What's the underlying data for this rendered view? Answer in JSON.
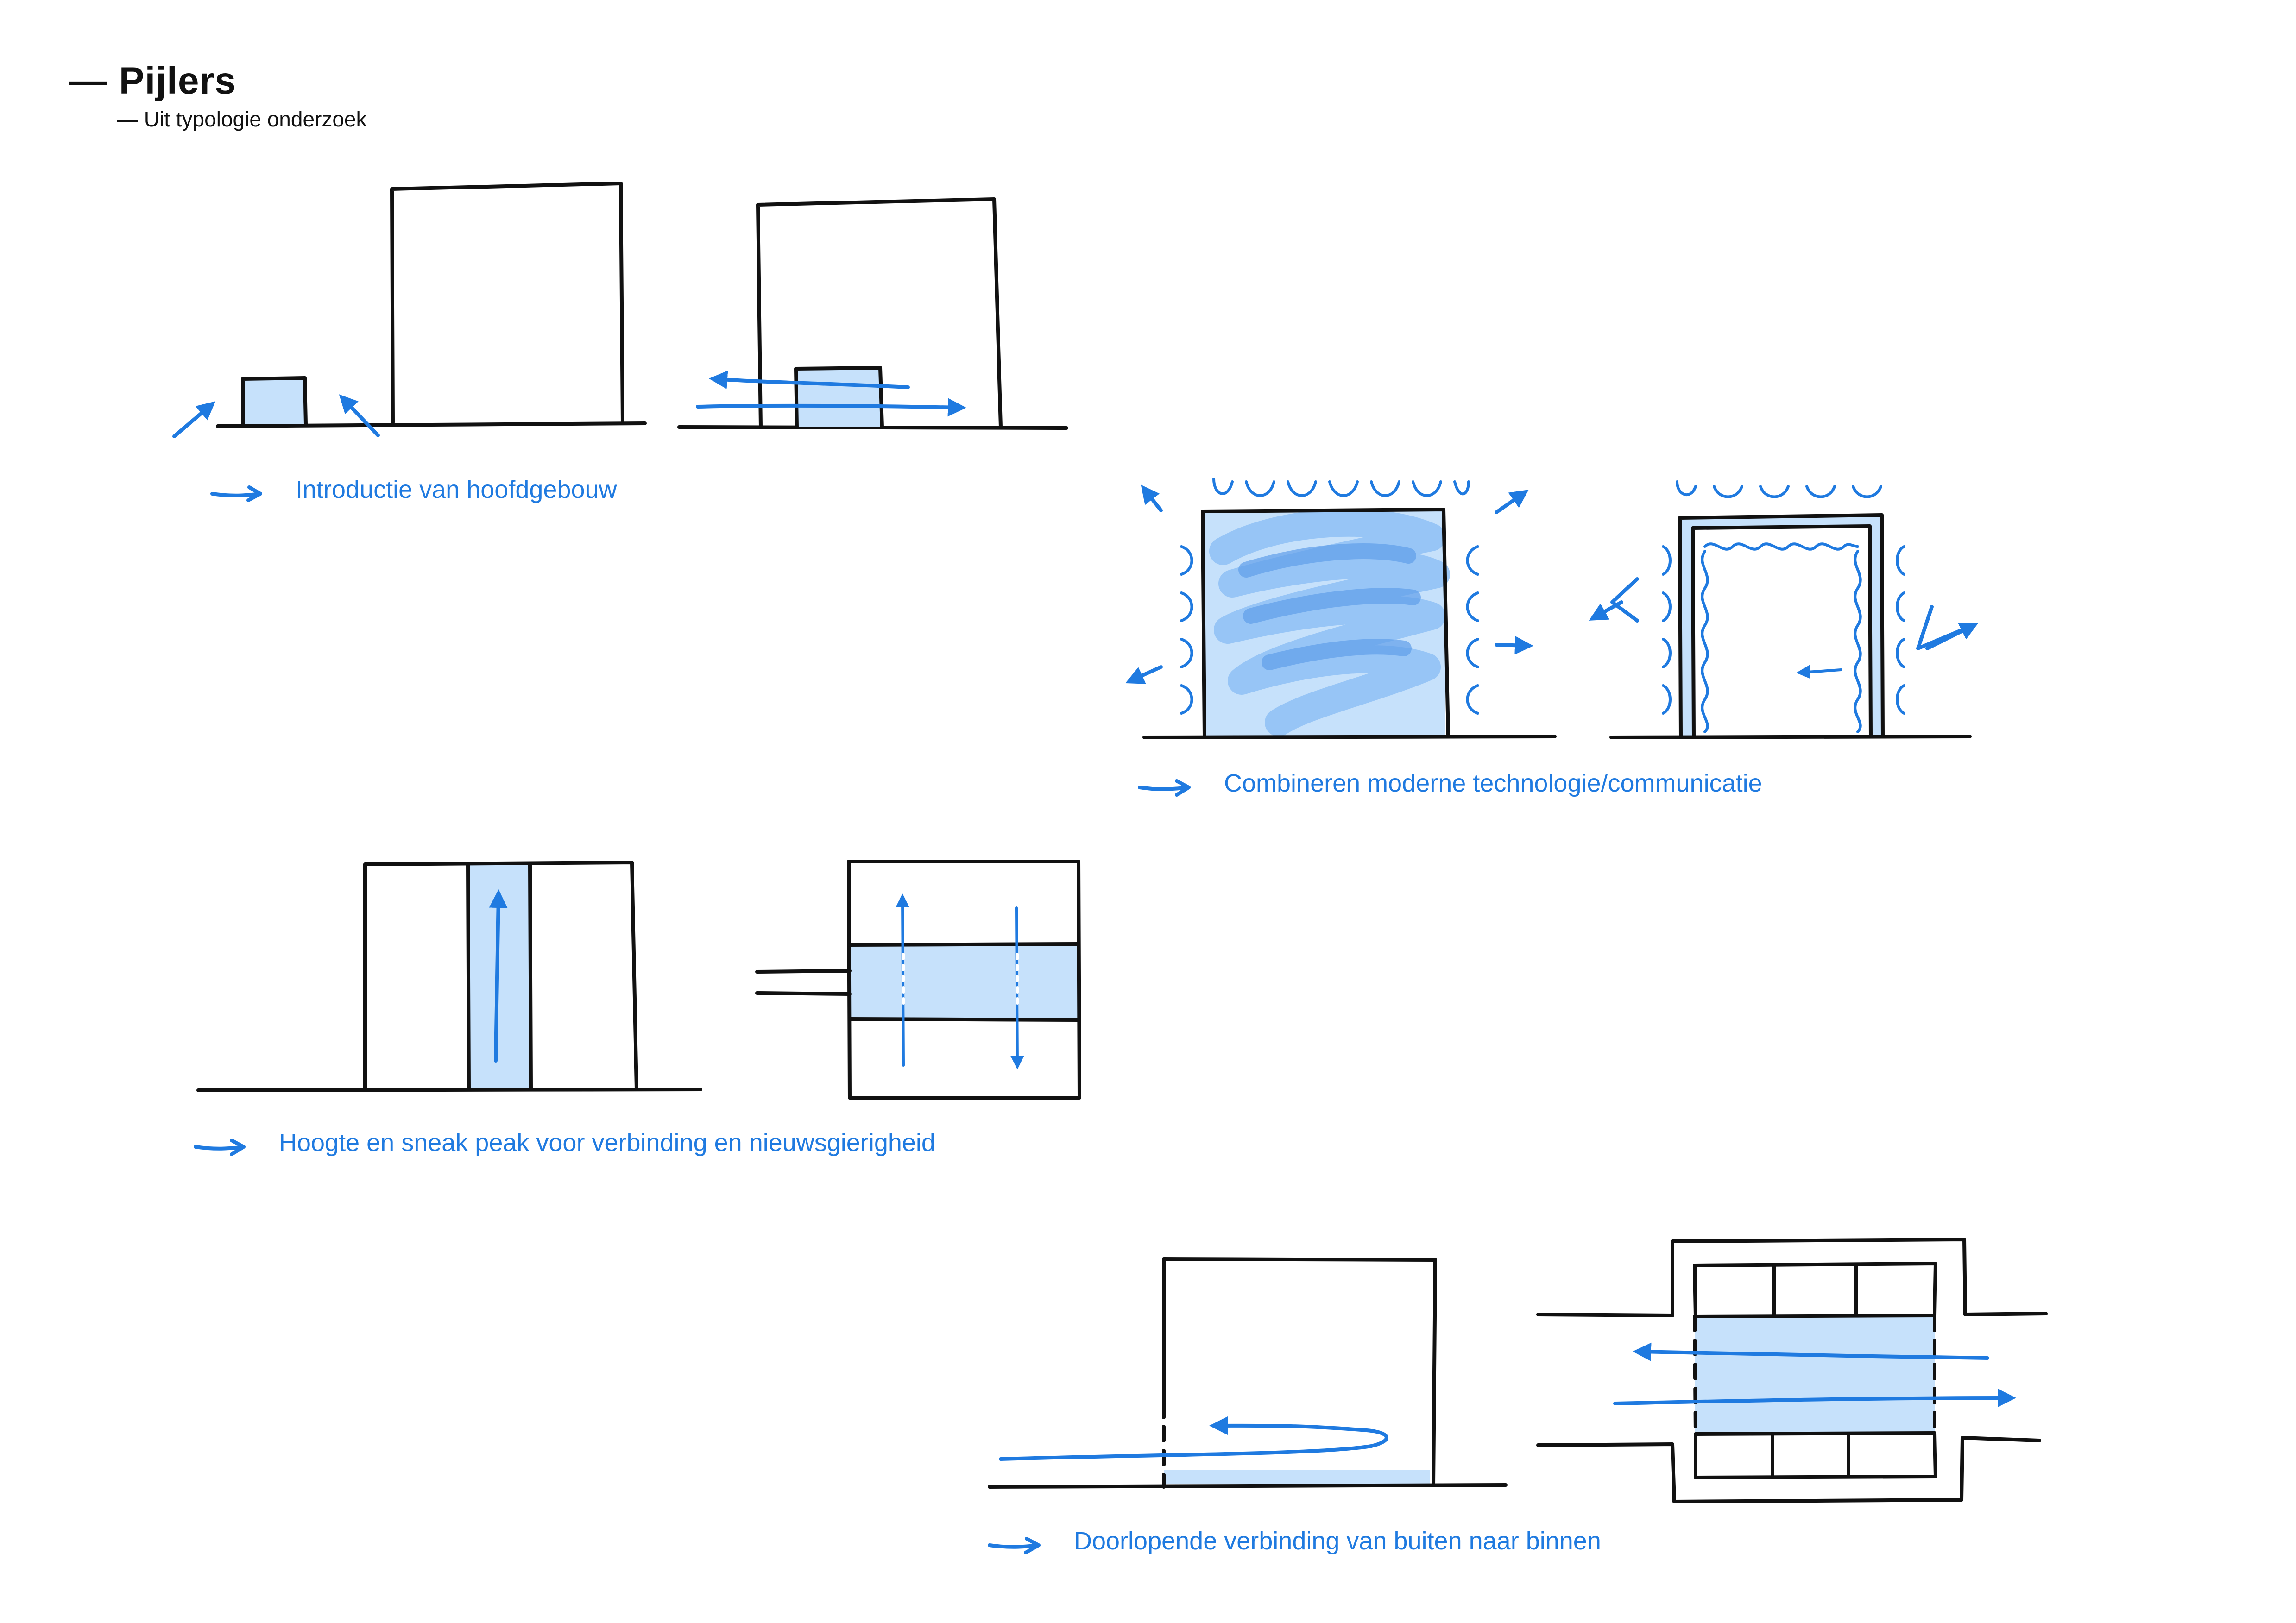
{
  "header": {
    "title": "— Pijlers",
    "subtitle": "— Uit typologie onderzoek"
  },
  "captions": [
    "Introductie van hoofdgebouw",
    "Combineren moderne technologie/communicatie",
    "Hoogte en sneak peak voor verbinding en nieuwsgierigheid",
    "Doorlopende verbinding van buiten naar binnen"
  ],
  "colors": {
    "ink": "#111111",
    "accent": "#1f7ae0",
    "fill_light": "#c6e1fb",
    "fill_mid": "#8ec0f5",
    "fill_dark": "#5f9eea"
  },
  "icons": {
    "caption_marker": "arrow-right-icon"
  }
}
